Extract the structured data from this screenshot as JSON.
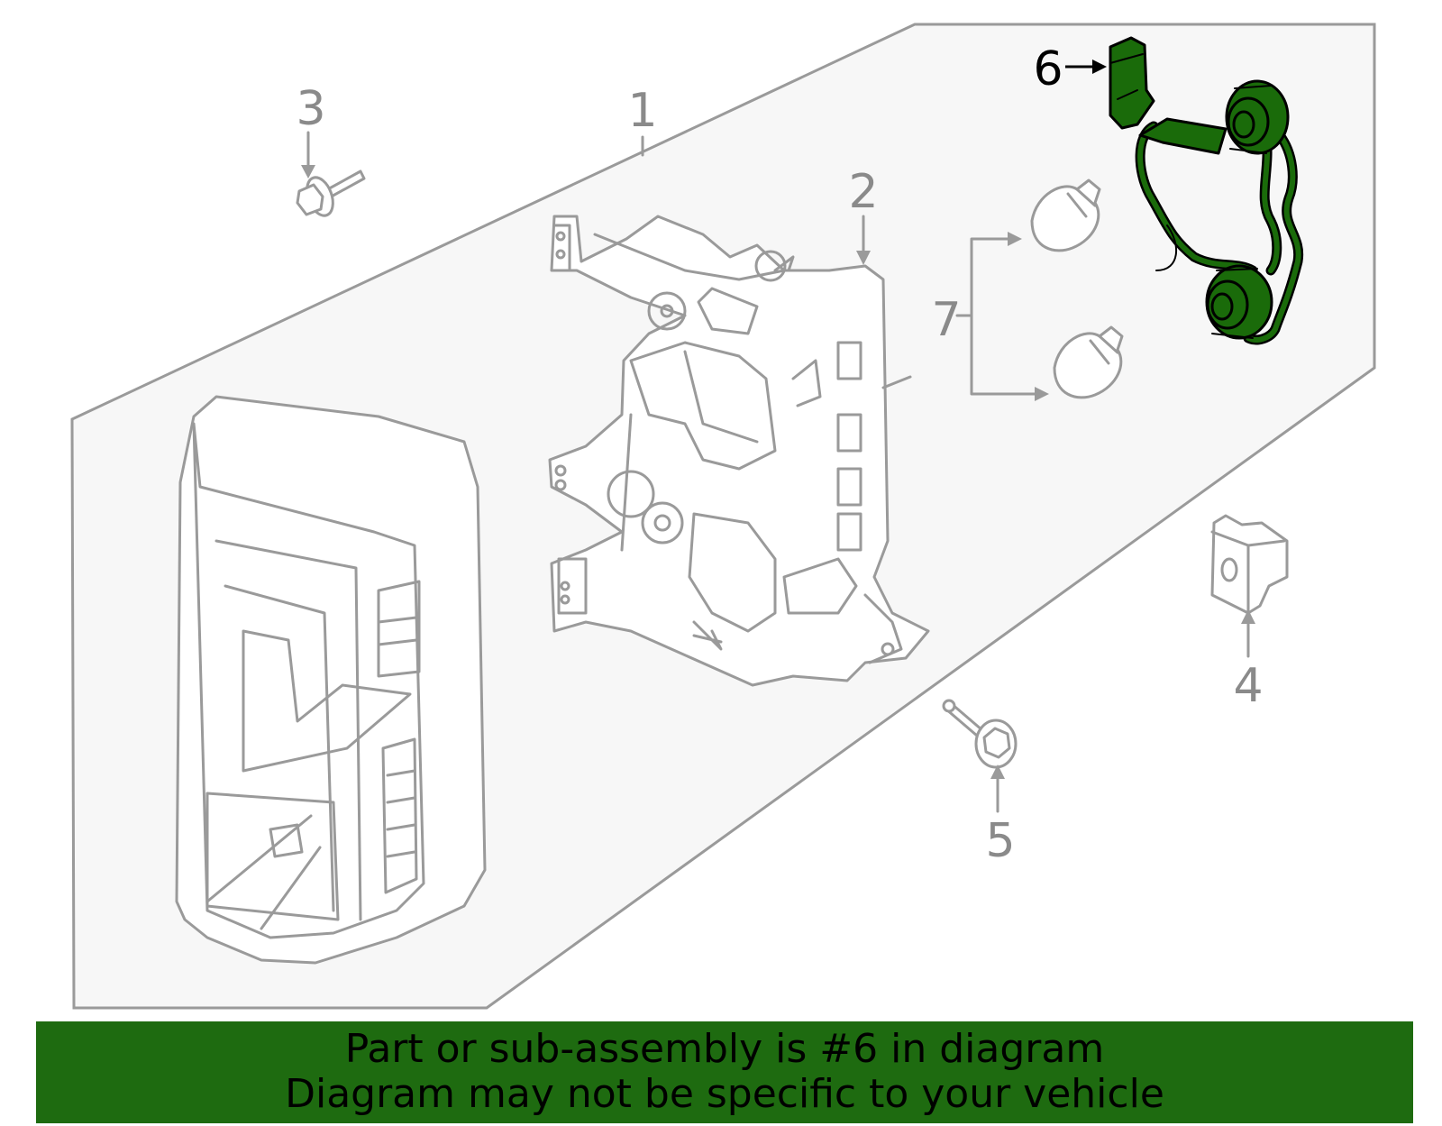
{
  "diagram": {
    "callouts": [
      {
        "id": "1",
        "label": "1"
      },
      {
        "id": "2",
        "label": "2"
      },
      {
        "id": "3",
        "label": "3"
      },
      {
        "id": "4",
        "label": "4"
      },
      {
        "id": "5",
        "label": "5"
      },
      {
        "id": "6",
        "label": "6"
      },
      {
        "id": "7",
        "label": "7"
      }
    ],
    "highlighted_part": "6",
    "highlight_color": "#1e6b10"
  },
  "banner": {
    "line1": "Part or sub-assembly is #6 in diagram",
    "line2": "Diagram may not be specific to your vehicle"
  }
}
